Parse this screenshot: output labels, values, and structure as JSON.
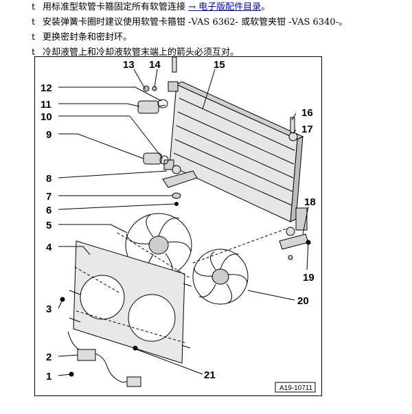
{
  "notes": [
    {
      "mark": "t",
      "text": "用标准型软管卡箍固定所有软管连接 ",
      "link": "→ 电子版配件目录",
      "suffix": "。"
    },
    {
      "mark": "t",
      "text": "安装弹簧卡圈时建议使用软管卡箍钳 -VAS 6362- 或软管夹钳 -VAS 6340-。"
    },
    {
      "mark": "t",
      "text": "更换密封条和密封环。"
    },
    {
      "mark": "t",
      "text": "冷却液管上和冷却液软管末端上的箭头必须互对。"
    }
  ],
  "figure": {
    "id": "A19-10711",
    "callouts": [
      "13",
      "14",
      "15",
      "12",
      "11",
      "10",
      "9",
      "16",
      "17",
      "8",
      "7",
      "6",
      "5",
      "18",
      "4",
      "19",
      "3",
      "20",
      "2",
      "1",
      "21"
    ]
  }
}
